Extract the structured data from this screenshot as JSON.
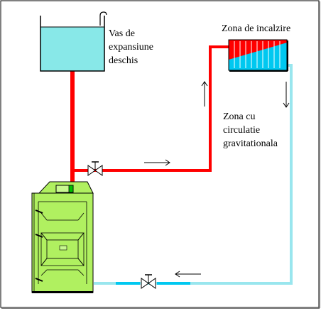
{
  "labels": {
    "expansion_tank": [
      "Vas de",
      "expansiune",
      "deschis"
    ],
    "heating_zone": "Zona de incalzire",
    "gravity_zone": [
      "Zona cu",
      "circulatie",
      "gravitationala"
    ]
  },
  "colors": {
    "supply_pipe": "#ff0000",
    "return_pipe": "#99e6ee",
    "return_pipe_dark": "#00c8f0",
    "tank_water": "#88e8e8",
    "boiler_body": "#b0f060",
    "boiler_accent": "#00c000",
    "radiator_hot": "#ff0000",
    "radiator_cold": "#00c8f0",
    "outline": "#000000"
  }
}
